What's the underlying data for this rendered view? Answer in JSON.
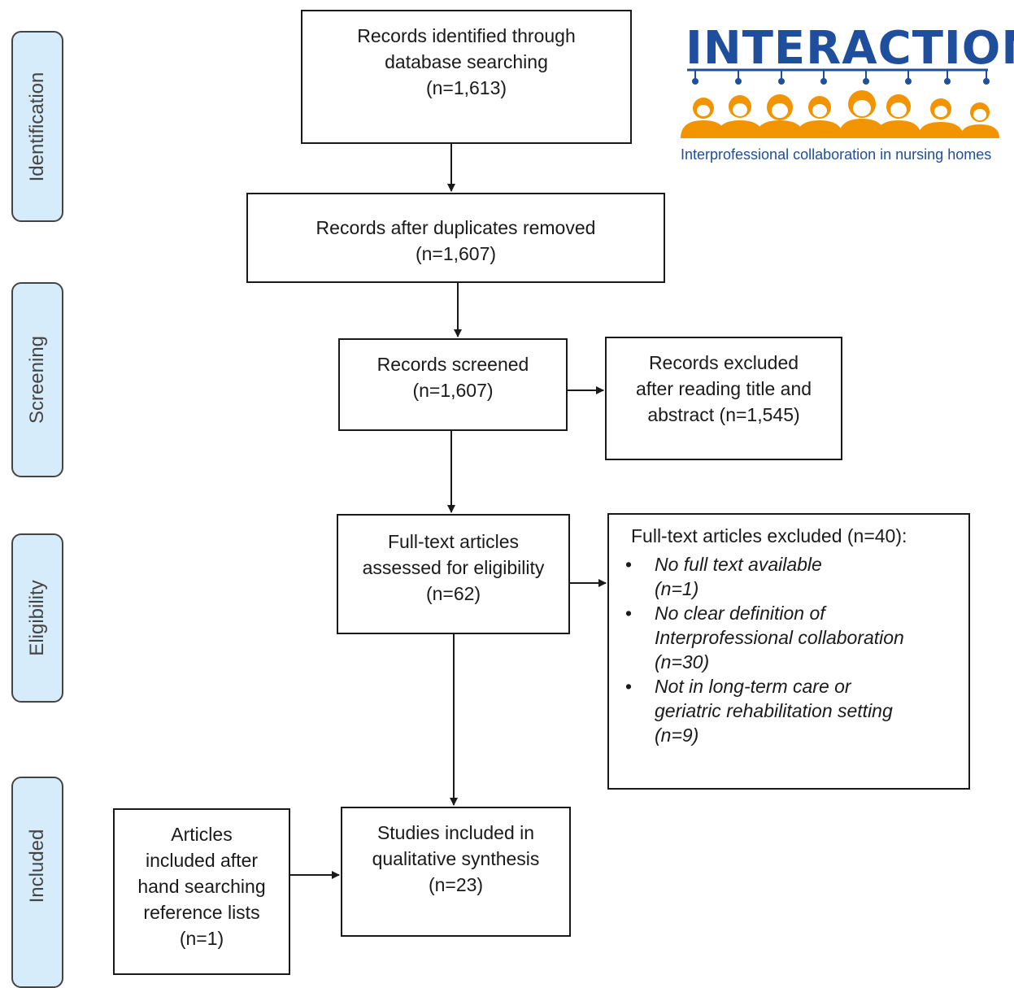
{
  "logo": {
    "title": "INTERACTION",
    "subtitle": "Interprofessional collaboration in nursing homes",
    "colors": {
      "blue": "#1f4e9c",
      "orange": "#f29400"
    }
  },
  "phases": {
    "identification": "Identification",
    "screening": "Screening",
    "eligibility": "Eligibility",
    "included": "Included"
  },
  "boxes": {
    "identified": {
      "lines": [
        "Records identified through",
        "database searching",
        "(n=1,613)"
      ]
    },
    "duplicates": {
      "lines": [
        "Records after duplicates removed",
        "(n=1,607)"
      ]
    },
    "screened": {
      "lines": [
        "Records screened",
        "(n=1,607)"
      ]
    },
    "excluded_screening": {
      "lines": [
        "Records excluded",
        "after reading title and",
        "abstract (n=1,545)"
      ]
    },
    "fulltext": {
      "lines": [
        "Full-text articles",
        "assessed for eligibility",
        "(n=62)"
      ]
    },
    "excluded_fulltext": {
      "title": "Full-text articles excluded (n=40):",
      "items": [
        {
          "lines": [
            "No full text available",
            "(n=1)"
          ]
        },
        {
          "lines": [
            "No clear definition of",
            "Interprofessional collaboration",
            "(n=30)"
          ]
        },
        {
          "lines": [
            "Not in long-term care or",
            "geriatric rehabilitation setting",
            "(n=9)"
          ]
        }
      ]
    },
    "hand_search": {
      "lines": [
        "Articles",
        "included after",
        "hand searching",
        "reference lists",
        "(n=1)"
      ]
    },
    "included": {
      "lines": [
        "Studies included in",
        "qualitative synthesis",
        "(n=23)"
      ]
    }
  },
  "colors": {
    "phase_fill": "#d6ecfb",
    "phase_border": "#444444",
    "line": "#1a1a1a"
  }
}
